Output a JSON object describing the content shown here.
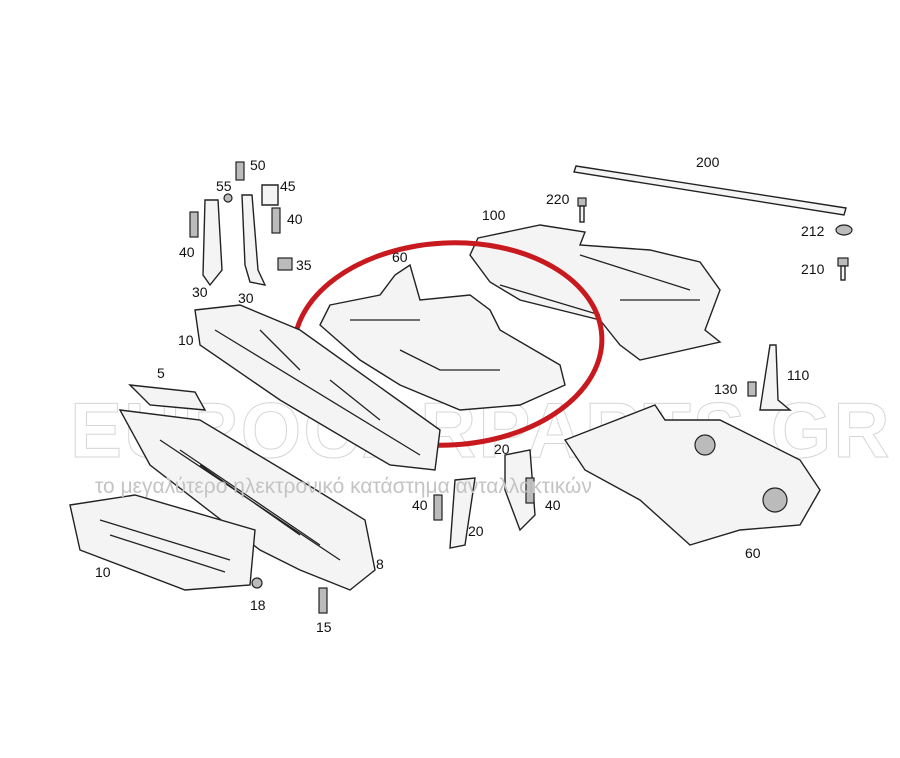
{
  "diagram": {
    "title": "Underbody panelling parts diagram",
    "highlight_color": "#c8191e",
    "watermark": {
      "brand": "EUROCARPARTS.GR",
      "tagline": "το μεγαλύτερο ηλεκτρονικό κατάστημα ανταλλακτικών"
    },
    "callouts": {
      "c200": "200",
      "c220": "220",
      "c100": "100",
      "c212": "212",
      "c210": "210",
      "c60a": "60",
      "c50": "50",
      "c55": "55",
      "c45": "45",
      "c40a": "40",
      "c40b": "40",
      "c35": "35",
      "c30a": "30",
      "c30b": "30",
      "c10a": "10",
      "c5": "5",
      "c130": "130",
      "c110": "110",
      "c20a": "20",
      "c20b": "20",
      "c40c": "40",
      "c40d": "40",
      "c60b": "60",
      "c10b": "10",
      "c8": "8",
      "c18": "18",
      "c15": "15"
    }
  }
}
